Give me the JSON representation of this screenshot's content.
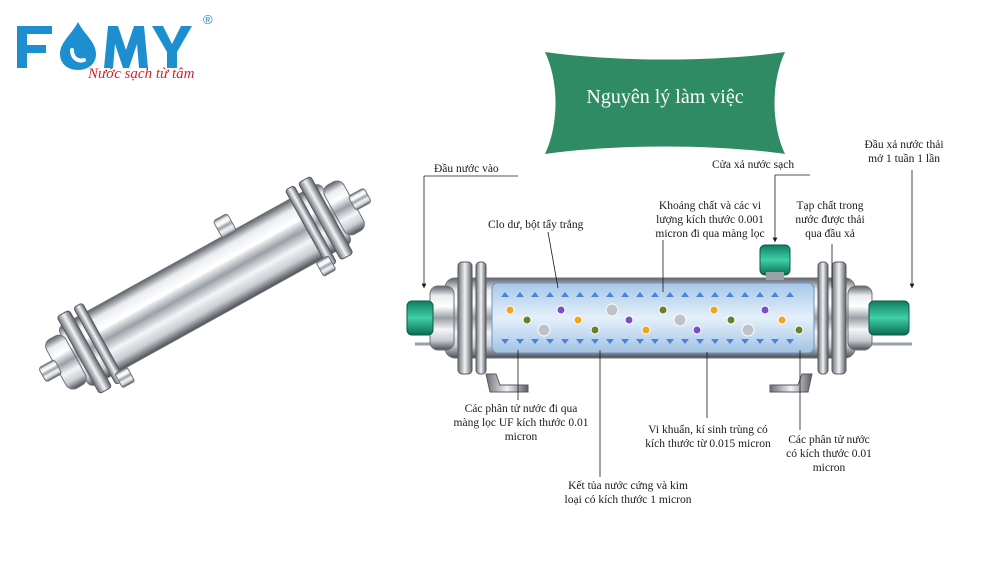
{
  "brand": {
    "name": "FOMY",
    "registered": "®",
    "tagline": "Nước sạch từ tâm",
    "colors": {
      "blue": "#1d8fd1",
      "red": "#d0232a"
    }
  },
  "banner": {
    "title": "Nguyên lý làm việc",
    "color": "#2e8b64"
  },
  "labels": {
    "inlet": "Đầu nước vào",
    "clean_outlet": "Cửa xả nước sạch",
    "drain_line1": "Đầu xả nước thải",
    "drain_line2": "mở 1 tuần 1 lần",
    "chlorine": "Clo dư, bột tẩy trắng",
    "minerals_line1": "Khoáng chất và các vi",
    "minerals_line2": "lượng kích thước 0.001",
    "minerals_line3": "micron đi qua màng lọc",
    "impurities_line1": "Tạp chất trong",
    "impurities_line2": "nước được thải",
    "impurities_line3": "qua đầu xả",
    "uf_line1": "Các phân tử nước đi qua",
    "uf_line2": "màng lọc UF kích thước 0.01",
    "uf_line3": "micron",
    "bacteria_line1": "Vi khuẩn, kí sinh trùng có",
    "bacteria_line2": "kích thước từ 0.015 micron",
    "molecules_line1": "Các phân tử nước",
    "molecules_line2": "có kích thước 0.01",
    "molecules_line3": "micron",
    "sediment_line1": "Kết tủa nước cứng và kim",
    "sediment_line2": "loại có kích thước 1 micron"
  },
  "icons": [
    "logo-water-drop-icon",
    "filter-housing-illustration",
    "cutaway-filter-diagram",
    "pointer-arrow-icon"
  ]
}
